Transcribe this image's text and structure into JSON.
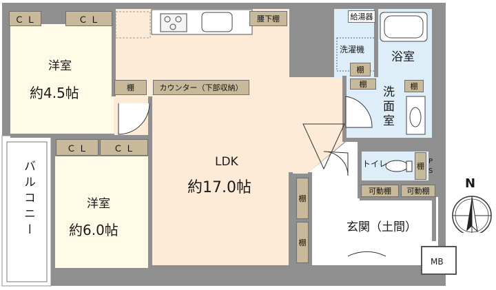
{
  "rooms": {
    "western1": {
      "type": "洋室",
      "size": "約4.5帖"
    },
    "western2": {
      "type": "洋室",
      "size": "約6.0帖"
    },
    "ldk": {
      "type": "LDK",
      "size": "約17.0帖"
    },
    "bath": "浴室",
    "washroom": "洗面室",
    "entrance": "玄関（土間）",
    "balcony": "バルコニー",
    "toilet": "トイレ"
  },
  "storage": {
    "cl": "ＣＬ",
    "shelf": "棚",
    "waist_shelf": "腰下棚",
    "counter": "カウンター（下部収納）",
    "water_heater": "給湯器",
    "washing_machine": "洗濯機",
    "movable_shelf": "可動棚",
    "ps": "PS",
    "mb": "MB"
  },
  "compass": {
    "label": "N"
  },
  "colors": {
    "wall": "#8f8f8f",
    "floor_wood": "#fdebd7",
    "floor_tile": "#ddeef9",
    "floor_room": "#fffbe6",
    "storage": "#c7b999",
    "balcony": "#ffffff"
  }
}
